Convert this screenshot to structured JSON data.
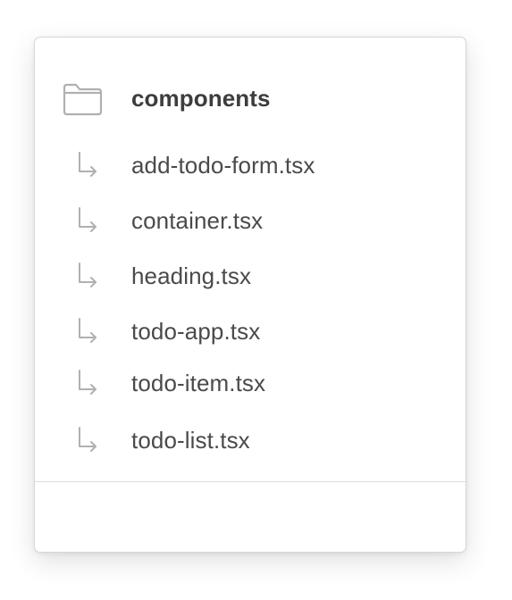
{
  "folder": {
    "name": "components",
    "icon": "folder-icon"
  },
  "files": [
    {
      "name": "add-todo-form.tsx",
      "icon": "branch-arrow-icon"
    },
    {
      "name": "container.tsx",
      "icon": "branch-arrow-icon"
    },
    {
      "name": "heading.tsx",
      "icon": "branch-arrow-icon"
    },
    {
      "name": "todo-app.tsx",
      "icon": "branch-arrow-icon"
    },
    {
      "name": "todo-item.tsx",
      "icon": "branch-arrow-icon"
    },
    {
      "name": "todo-list.tsx",
      "icon": "branch-arrow-icon"
    }
  ],
  "colors": {
    "text_primary": "#3d3d3d",
    "icon_gray": "#b0b0b0",
    "border": "#d6d6d6"
  }
}
